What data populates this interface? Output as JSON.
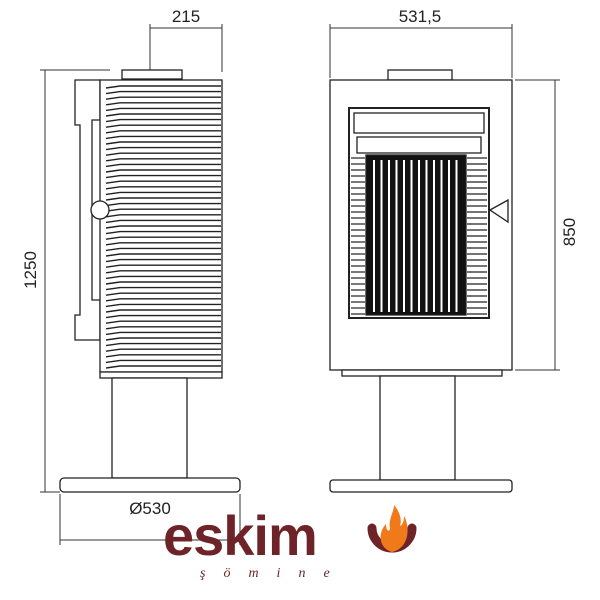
{
  "dimensions": {
    "side_depth": "215",
    "total_height": "1250",
    "base_diameter": "Ø530",
    "front_width": "531,5",
    "body_height": "850"
  },
  "logo": {
    "brand": "eskim",
    "tagline": "şömine",
    "brand_color": "#6e2328",
    "flame_color": "#f07a1a"
  },
  "icons": [
    "flame-icon"
  ]
}
